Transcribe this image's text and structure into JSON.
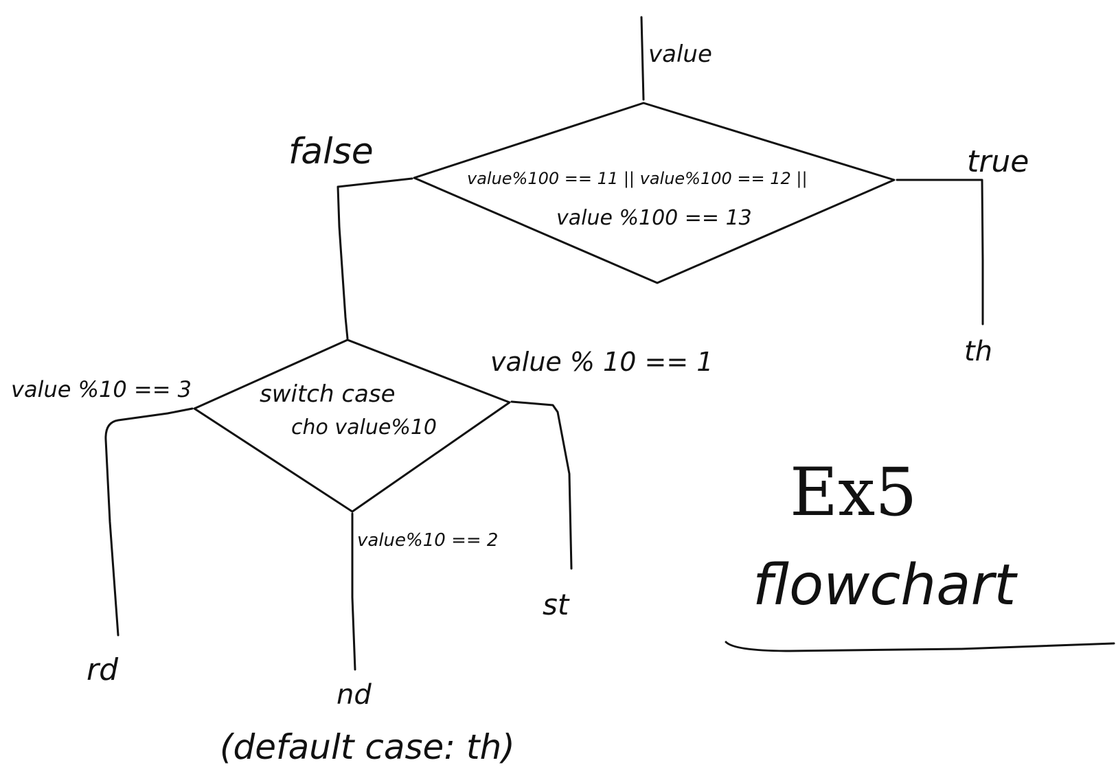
{
  "diagram": {
    "input_label": "value",
    "decision1": {
      "line1": "value%100 == 11 || value%100 == 12 ||",
      "line2": "value %100 == 13"
    },
    "false_label": "false",
    "true_label": "true",
    "th_output": "th",
    "decision2": {
      "line1": "switch case",
      "line2": "cho value%10"
    },
    "case3_label": "value %10 == 3",
    "case1_label": "value % 10 == 1",
    "case2_label": "value%10 == 2",
    "rd_output": "rd",
    "nd_output": "nd",
    "st_output": "st",
    "default_note": "(default case: th)",
    "title_line1": "Ex5",
    "title_line2": "flowchart"
  }
}
